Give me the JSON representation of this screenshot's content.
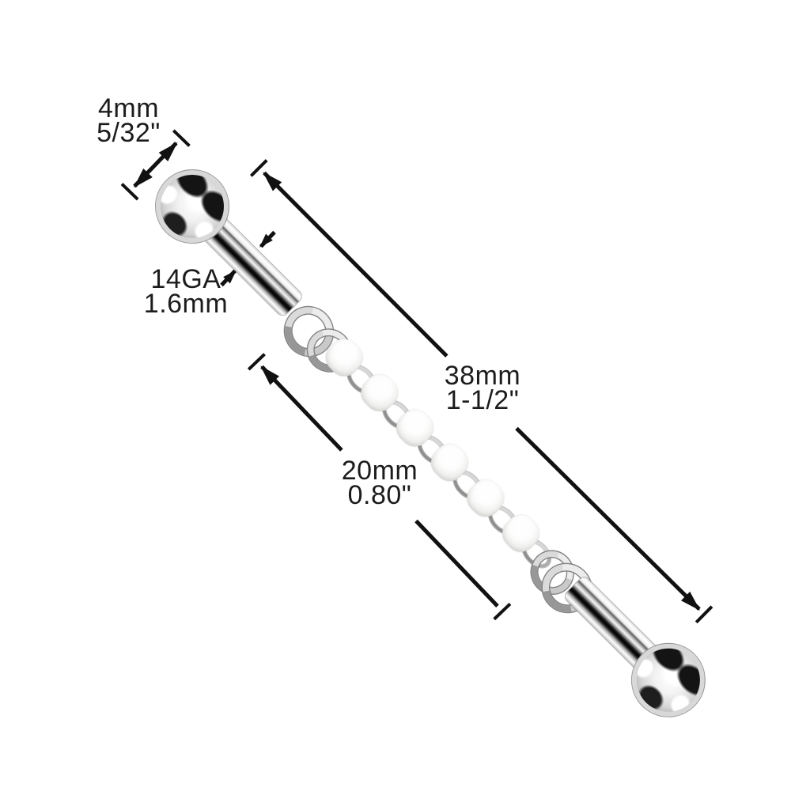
{
  "diagram": {
    "background_color": "#ffffff",
    "line_color": "#111111",
    "text_color": "#1c1c1c",
    "product": {
      "name": "industrial barbell with pearl chain",
      "pearl_count": 6,
      "metal_color": "#c9c9c9",
      "pearl_color": "#f4f4f2"
    },
    "labels": {
      "ball_size": {
        "metric": "4mm",
        "imperial": "5/32\""
      },
      "gauge": {
        "line1": "14GA",
        "line2": "1.6mm"
      },
      "overall_length": {
        "metric": "38mm",
        "imperial": "1-1/2\""
      },
      "bar_length": {
        "metric": "20mm",
        "imperial": "0.80\""
      }
    }
  }
}
